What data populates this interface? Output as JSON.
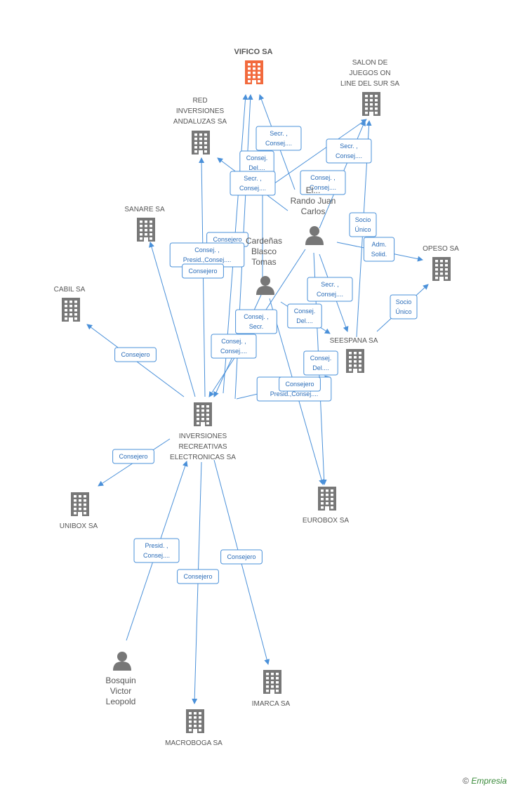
{
  "nodes": [
    {
      "id": "vifico",
      "type": "company-main",
      "label": [
        "VIFICO SA"
      ]
    },
    {
      "id": "salon",
      "type": "company",
      "label": [
        "SALON DE",
        "JUEGOS ON",
        "LINE DEL SUR SA"
      ]
    },
    {
      "id": "red",
      "type": "company",
      "label": [
        "RED",
        "INVERSIONES",
        "ANDALUZAS SA"
      ]
    },
    {
      "id": "sanare",
      "type": "company",
      "label": [
        "SANARE SA"
      ]
    },
    {
      "id": "cabil",
      "type": "company",
      "label": [
        "CABIL SA"
      ]
    },
    {
      "id": "opeso",
      "type": "company",
      "label": [
        "OPESO SA"
      ]
    },
    {
      "id": "seespana",
      "type": "company",
      "label": [
        "SEESPANA SA"
      ]
    },
    {
      "id": "ire",
      "type": "company",
      "label": [
        "INVERSIONES",
        "RECREATIVAS",
        "ELECTRONICAS SA"
      ]
    },
    {
      "id": "unibox",
      "type": "company",
      "label": [
        "UNIBOX SA"
      ]
    },
    {
      "id": "eurobox",
      "type": "company",
      "label": [
        "EUROBOX SA"
      ]
    },
    {
      "id": "imarca",
      "type": "company",
      "label": [
        "IMARCA SA"
      ]
    },
    {
      "id": "macroboga",
      "type": "company",
      "label": [
        "MACROBOGA SA"
      ]
    },
    {
      "id": "rando",
      "type": "person",
      "label": [
        "El...",
        "Rando Juan",
        "Carlos"
      ]
    },
    {
      "id": "cardenas",
      "type": "person",
      "label": [
        "Cardeñas",
        "Blasco",
        "Tomas"
      ]
    },
    {
      "id": "bosquin",
      "type": "person",
      "label": [
        "Bosquin",
        "Victor",
        "Leopold"
      ]
    }
  ],
  "edges": [
    {
      "from": "ire",
      "to": "vifico",
      "label": [
        "Consej.",
        "Del...."
      ]
    },
    {
      "from": "ire",
      "to": "vifico",
      "label": [
        "Consejero"
      ]
    },
    {
      "from": "ire",
      "to": "red",
      "label": [
        "Consej. ,",
        "Presid.,Consej...."
      ]
    },
    {
      "from": "ire",
      "to": "sanare",
      "label": [
        "Consejero"
      ]
    },
    {
      "from": "ire",
      "to": "cabil",
      "label": [
        "Consejero"
      ]
    },
    {
      "from": "ire",
      "to": "unibox",
      "label": [
        "Consejero"
      ]
    },
    {
      "from": "ire",
      "to": "macroboga",
      "label": [
        "Consejero"
      ]
    },
    {
      "from": "ire",
      "to": "imarca",
      "label": [
        "Consejero"
      ]
    },
    {
      "from": "ire",
      "to": "seespana",
      "label": [
        "Consej. ,",
        "Presid.,Consej...."
      ]
    },
    {
      "from": "rando",
      "to": "vifico",
      "label": [
        "Secr. ,",
        "Consej...."
      ]
    },
    {
      "from": "rando",
      "to": "salon",
      "label": [
        "Secr. ,",
        "Consej...."
      ]
    },
    {
      "from": "rando",
      "to": "red",
      "label": [
        "Secr. ,",
        "Consej...."
      ]
    },
    {
      "from": "rando",
      "to": "opeso",
      "label": [
        "Adm.",
        "Solid."
      ]
    },
    {
      "from": "rando",
      "to": "ire",
      "label": [
        "Consej. ,",
        "Secr."
      ]
    },
    {
      "from": "rando",
      "to": "seespana",
      "label": [
        "Secr. ,",
        "Consej...."
      ]
    },
    {
      "from": "rando",
      "to": "eurobox",
      "label": [
        "Consej.",
        "Del...."
      ]
    },
    {
      "from": "cardenas",
      "to": "salon",
      "label": [
        "Consej. ,",
        "Consej...."
      ]
    },
    {
      "from": "cardenas",
      "to": "ire",
      "label": [
        "Consej. ,",
        "Consej...."
      ]
    },
    {
      "from": "cardenas",
      "to": "seespana",
      "label": [
        "Consej.",
        "Del...."
      ]
    },
    {
      "from": "cardenas",
      "to": "eurobox",
      "label": [
        "Consejero"
      ]
    },
    {
      "from": "seespana",
      "to": "salon",
      "label": [
        "Socio",
        "Único"
      ]
    },
    {
      "from": "seespana",
      "to": "opeso",
      "label": [
        "Socio",
        "Único"
      ]
    },
    {
      "from": "bosquin",
      "to": "ire",
      "label": [
        "Presid. ,",
        "Consej...."
      ]
    }
  ],
  "colors": {
    "edge": "#4a90d9",
    "node": "#777777",
    "main_node": "#f26a3d",
    "label_text": "#2a6cb8"
  },
  "icons": {
    "company": "building-icon",
    "person": "person-icon"
  },
  "watermark": {
    "symbol": "©",
    "brand": "Empresia"
  }
}
